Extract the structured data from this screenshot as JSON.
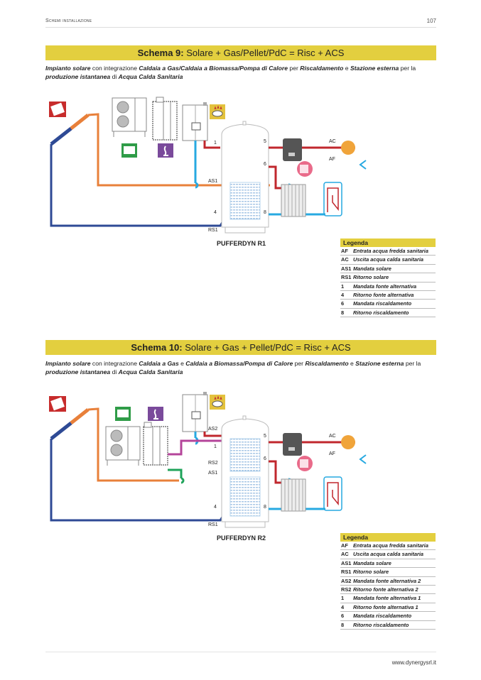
{
  "header": {
    "section": "Schemi installazione",
    "page_number": "107"
  },
  "schemas": [
    {
      "title_bold": "Schema 9:",
      "title_rest": " Solare + Gas/Pellet/PdC = Risc + ACS",
      "description": [
        {
          "text": "Impianto solare",
          "em": true
        },
        {
          "text": " con integrazione ",
          "em": false
        },
        {
          "text": "Caldaia a Gas/Caldaia a Biomassa/Pompa di Calore",
          "em": true
        },
        {
          "text": " per ",
          "em": false
        },
        {
          "text": "Riscaldamento",
          "em": true
        },
        {
          "text": " e ",
          "em": false
        },
        {
          "text": "Stazione esterna",
          "em": true
        },
        {
          "text": " per la ",
          "em": false
        },
        {
          "text": "produzione istantanea",
          "em": true
        },
        {
          "text": " di ",
          "em": false
        },
        {
          "text": "Acqua Calda Sanitaria",
          "em": true
        }
      ],
      "tank_name": "PUFFERDYN R1",
      "diagram_labels": {
        "left": [
          "1",
          "AS1",
          "4",
          "RS1"
        ],
        "right": [
          "5",
          "6",
          "8"
        ],
        "outputs": [
          "AC",
          "AF"
        ]
      },
      "legend": {
        "title": "Legenda",
        "rows": [
          {
            "code": "AF",
            "desc": "Entrata acqua fredda sanitaria"
          },
          {
            "code": "AC",
            "desc": "Uscita acqua calda sanitaria"
          },
          {
            "code": "AS1",
            "desc": "Mandata solare"
          },
          {
            "code": "RS1",
            "desc": "Ritorno solare"
          },
          {
            "code": "1",
            "desc": "Mandata fonte alternativa"
          },
          {
            "code": "4",
            "desc": "Ritorno fonte alternativa"
          },
          {
            "code": "6",
            "desc": "Mandata riscaldamento"
          },
          {
            "code": "8",
            "desc": "Ritorno riscaldamento"
          }
        ]
      }
    },
    {
      "title_bold": "Schema 10:",
      "title_rest": " Solare + Gas + Pellet/PdC = Risc + ACS",
      "description": [
        {
          "text": "Impianto solare",
          "em": true
        },
        {
          "text": " con integrazione ",
          "em": false
        },
        {
          "text": "Caldaia a Gas",
          "em": true
        },
        {
          "text": " e ",
          "em": false
        },
        {
          "text": "Caldaia a Biomassa/Pompa di Calore",
          "em": true
        },
        {
          "text": " per ",
          "em": false
        },
        {
          "text": "Riscaldamento",
          "em": true
        },
        {
          "text": " e ",
          "em": false
        },
        {
          "text": "Stazione esterna",
          "em": true
        },
        {
          "text": " per la ",
          "em": false
        },
        {
          "text": "produzione istantanea",
          "em": true
        },
        {
          "text": " di ",
          "em": false
        },
        {
          "text": "Acqua Calda Sanitaria",
          "em": true
        }
      ],
      "tank_name": "PUFFERDYN R2",
      "diagram_labels": {
        "left": [
          "AS2",
          "1",
          "RS2",
          "AS1",
          "4",
          "RS1"
        ],
        "right": [
          "5",
          "6",
          "8"
        ],
        "outputs": [
          "AC",
          "AF"
        ]
      },
      "legend": {
        "title": "Legenda",
        "rows": [
          {
            "code": "AF",
            "desc": "Entrata acqua fredda sanitaria"
          },
          {
            "code": "AC",
            "desc": "Uscita acqua calda sanitaria"
          },
          {
            "code": "AS1",
            "desc": "Mandata solare"
          },
          {
            "code": "RS1",
            "desc": "Ritorno solare"
          },
          {
            "code": "AS2",
            "desc": "Mandata fonte alternativa 2"
          },
          {
            "code": "RS2",
            "desc": "Ritorno fonte alternativa 2"
          },
          {
            "code": "1",
            "desc": "Mandata fonte alternativa 1"
          },
          {
            "code": "4",
            "desc": "Ritorno fonte alternativa 1"
          },
          {
            "code": "6",
            "desc": "Mandata riscaldamento"
          },
          {
            "code": "8",
            "desc": "Ritorno riscaldamento"
          }
        ]
      }
    }
  ],
  "colors": {
    "band": "#e3cf3f",
    "hot_red": "#c0272d",
    "cold_blue": "#27a9e1",
    "solar_orange": "#e8803a",
    "solar_return_blue": "#2e4a95",
    "alt_green": "#1fa35a",
    "alt_magenta": "#b4449a"
  },
  "footer": {
    "url": "www.dynergysrl.it"
  }
}
